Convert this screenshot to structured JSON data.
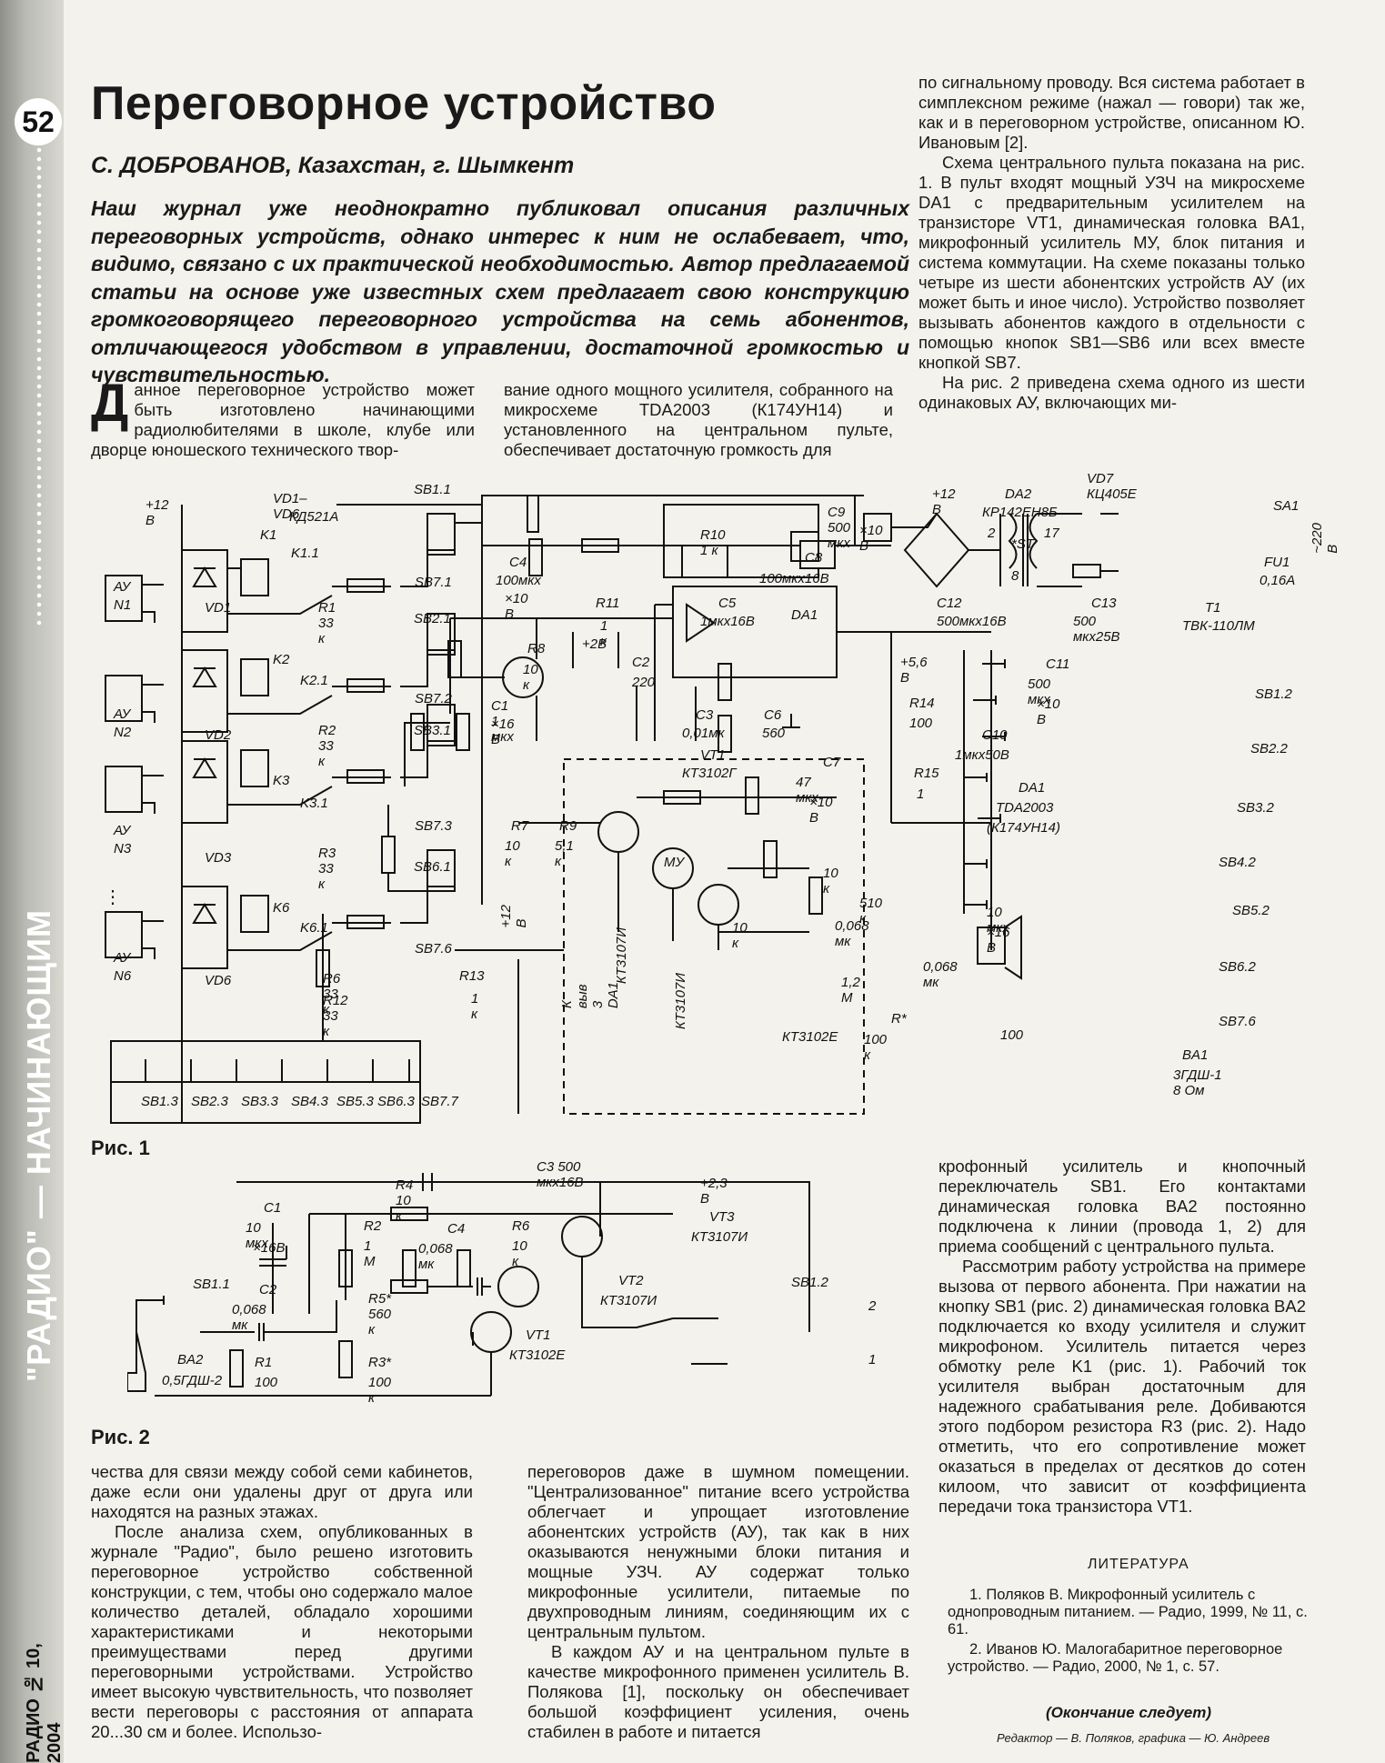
{
  "page_number": "52",
  "spine": {
    "section": "\"РАДИО\" — НАЧИНАЮЩИМ",
    "issue": "РАДИО № 10, 2004"
  },
  "article": {
    "title": "Переговорное устройство",
    "author": "С. ДОБРОВАНОВ, Казахстан, г. Шымкент",
    "lead": "Наш журнал уже неоднократно публиковал описания различных переговорных устройств, однако интерес к ним не ослабевает, что, видимо, связано с их практической необходимостью. Автор предлагаемой статьи на основе уже известных схем предлагает свою конструкцию громкоговорящего переговорного устройства на семь абонентов, отличающегося удобством в управлении, достаточной громкостью и чувствительностью.",
    "col1_top_dropcap": "Д",
    "col1_top": "анное переговорное устройство может быть изготовлено начинающими радиолюбителями в школе, клубе или дворце юношеского технического твор-",
    "col2_top": "вание одного мощного усилителя, собранного на микросхеме TDA2003 (К174УН14) и установленного на центральном пульте, обеспечивает достаточную громкость для",
    "col3_top_p1": "по сигнальному проводу. Вся система работает в симплексном режиме (нажал — говори) так же, как и в переговорном устройстве, описанном Ю. Ивановым [2].",
    "col3_top_p2": "Схема центрального пульта показана на рис. 1. В пульт входят мощный УЗЧ на микросхеме DA1 с предварительным усилителем на транзисторе VT1, динамическая головка BA1, микрофонный усилитель МУ, блок питания и система коммутации. На схеме показаны только четыре из шести абонентских устройств АУ (их может быть и иное число). Устройство позволяет вызывать абонентов каждого в отдельности с помощью кнопок SB1—SB6 или всех вместе кнопкой SB7.",
    "col3_top_p3": "На рис. 2 приведена схема одного из шести одинаковых АУ, включающих ми-",
    "col3_mid_p1": "крофонный усилитель и кнопочный переключатель SB1. Его контактами динамическая головка BA2 постоянно подключена к линии (провода 1, 2) для приема сообщений с центрального пульта.",
    "col3_mid_p2": "Рассмотрим работу устройства на примере вызова от первого абонента. При нажатии на кнопку SB1 (рис. 2) динамическая головка BA2 подключается ко входу усилителя и служит микрофоном. Усилитель питается через обмотку реле K1 (рис. 1). Рабочий ток усилителя выбран достаточным для надежного срабатывания реле. Добиваются этого подбором резистора R3 (рис. 2). Надо отметить, что его сопротивление может оказаться в пределах от десятков до сотен килоом, что зависит от коэффициента передачи тока транзистора VT1.",
    "col1_bottom_p1": "чества для связи между собой семи кабинетов, даже если они удалены друг от друга или находятся на разных этажах.",
    "col1_bottom_p2": "После анализа схем, опубликованных в журнале \"Радио\", было решено изготовить переговорное устройство собственной конструкции, с тем, чтобы оно содержало малое количество деталей, обладало хорошими характеристиками и некоторыми преимуществами перед другими переговорными устройствами. Устройство имеет высокую чувствительность, что позволяет вести переговоры с расстояния от аппарата 20...30 см и более. Использо-",
    "col2_bottom_p1": "переговоров даже в шумном помещении. \"Централизованное\" питание всего устройства облегчает и упрощает изготовление абонентских устройств (АУ), так как в них оказываются ненужными блоки питания и мощные УЗЧ. АУ содержат только микрофонные усилители, питаемые по двухпроводным линиям, соединяющим их с центральным пультом.",
    "col2_bottom_p2": "В каждом АУ и на центральном пульте в качестве микрофонного применен усилитель В. Полякова [1], поскольку он обеспечивает большой коэффициент усиления, очень стабилен в работе и питается",
    "literature_heading": "ЛИТЕРАТУРА",
    "lit1": "1. Поляков В. Микрофонный усилитель с однопроводным питанием. — Радио, 1999, № 11, с. 61.",
    "lit2": "2. Иванов Ю. Малогабаритное переговорное устройство. — Радио, 2000, № 1, с. 57.",
    "to_be_continued": "(Окончание следует)",
    "editors": "Редактор — В. Поляков, графика — Ю. Андреев"
  },
  "figures": {
    "fig1_caption": "Рис. 1",
    "fig2_caption": "Рис. 2",
    "fig1_labels": {
      "v12": "+12 В",
      "vd": "VD1–VD6",
      "kd": "КД521А",
      "au1": "АУ",
      "n1": "N1",
      "au2": "АУ",
      "n2": "N2",
      "au3": "АУ",
      "n3": "N3",
      "au6": "АУ",
      "n6": "N6",
      "k1": "K1",
      "k11": "K1.1",
      "vd1": "VD1",
      "r1": "R1 33 к",
      "k2": "K2",
      "k21": "K2.1",
      "vd2": "VD2",
      "r2": "R2 33 к",
      "k3": "K3",
      "k31": "K3.1",
      "vd3": "VD3",
      "r3": "R3 33 к",
      "k6": "K6",
      "k61": "K6.1",
      "vd6": "VD6",
      "r6": "R6 33 к",
      "r12": "R12 33 к",
      "sb11": "SB1.1",
      "sb71": "SB7.1",
      "sb21": "SB2.1",
      "sb72": "SB7.2",
      "sb31": "SB3.1",
      "sb73": "SB7.3",
      "sb61": "SB6.1",
      "sb76": "SB7.6",
      "sb13": "SB1.3",
      "sb23": "SB2.3",
      "sb33": "SB3.3",
      "sb43": "SB4.3",
      "sb53": "SB5.3",
      "sb63": "SB6.3",
      "sb77": "SB7.7",
      "c4": "C4",
      "c4v": "100мкх",
      "c4u": "×10 В",
      "r11": "R11",
      "r11v": "1 к",
      "r10": "R10 1 к",
      "c9": "C9 500 мкх",
      "c9u": "×10 В",
      "c8": "C8",
      "c8v": "100мкх16В",
      "v12b": "+12 В",
      "da2": "DA2",
      "da2t": "КР142ЕН8Б",
      "st": "*ST",
      "p2": "2",
      "p17": "17",
      "p8": "8",
      "vd7": "VD7 КЦ405Е",
      "sa1": "SA1",
      "fu1": "FU1",
      "fu1v": "0,16А",
      "v220": "~220 В",
      "t1": "T1",
      "t1t": "ТВК-110ЛМ",
      "c12": "C12",
      "c12v": "500мкх16В",
      "c13": "C13",
      "c13v": "500 мкх25В",
      "c5": "C5",
      "c5v": "1мкх16В",
      "da1": "DA1",
      "v2": "+2В",
      "c2": "C2",
      "c2v": "220",
      "r8": "R8",
      "r8v": "10 к",
      "c1": "C1 1 мкх",
      "c1u": "×16 В",
      "c3": "C3",
      "c3v": "0,01мк",
      "c6": "C6",
      "c6v": "560",
      "vt1": "VT1",
      "vt1t": "КТ3102Г",
      "r7": "R7",
      "r7v": "10 к",
      "r9": "R9",
      "r9v": "5,1 к",
      "v56": "+5,6 В",
      "r14": "R14",
      "r14v": "100",
      "c7": "C7",
      "c7v": "47 мкх",
      "c7u": "×10 В",
      "r15": "R15",
      "r15v": "1",
      "c10": "C10",
      "c10v": "1мкх50В",
      "c11": "C11",
      "c11v": "500 мкх",
      "c11u": "×10 В",
      "da1b": "DA1",
      "da1bt": "TDA2003",
      "da1bu": "(К174УН14)",
      "sb12": "SB1.2",
      "sb22": "SB2.2",
      "sb32": "SB3.2",
      "sb42": "SB4.2",
      "sb52": "SB5.2",
      "sb62": "SB6.2",
      "sb76b": "SB7.6",
      "ba1": "BA1",
      "ba1t": "3ГДШ-1 8 Ом",
      "mu": "МУ",
      "r13": "R13",
      "r13v": "1 к",
      "v12c": "+12 В",
      "kvyv": "К выв 3 DA1",
      "kt3107a": "КТ3107И",
      "kt3107b": "КТ3107И",
      "kt3102e": "КТ3102Е",
      "m10k": "10 к",
      "m10k2": "10 к",
      "m510": "510 к",
      "m068": "0,068 мк",
      "m10mk": "10 мкх",
      "m16": "×16 В",
      "m12m": "1,2 М",
      "m068b": "0,068 мк",
      "mr": "R*",
      "mr100": "100 к",
      "m100": "100"
    },
    "fig2_labels": {
      "c3": "C3 500 мкх16В",
      "r4": "R4 10 к",
      "v23": "+2,3 В",
      "c1": "C1",
      "c1v": "10 мкх",
      "c1u": "×16В",
      "r2": "R2",
      "r2v": "1 М",
      "c4": "C4",
      "c4v": "0,068 мк",
      "r6": "R6",
      "r6v": "10 к",
      "vt3": "VT3",
      "vt3t": "КТ3107И",
      "vt2": "VT2",
      "vt2t": "КТ3107И",
      "sb11": "SB1.1",
      "c2": "C2",
      "c2v": "0,068 мк",
      "r5": "R5* 560 к",
      "sb12": "SB1.2",
      "w2": "2",
      "w1": "1",
      "ba2": "BA2",
      "ba2t": "0,5ГДШ-2",
      "r1": "R1",
      "r1v": "100",
      "r3": "R3*",
      "r3v": "100 к",
      "vt1": "VT1",
      "vt1t": "КТ3102Е"
    }
  }
}
